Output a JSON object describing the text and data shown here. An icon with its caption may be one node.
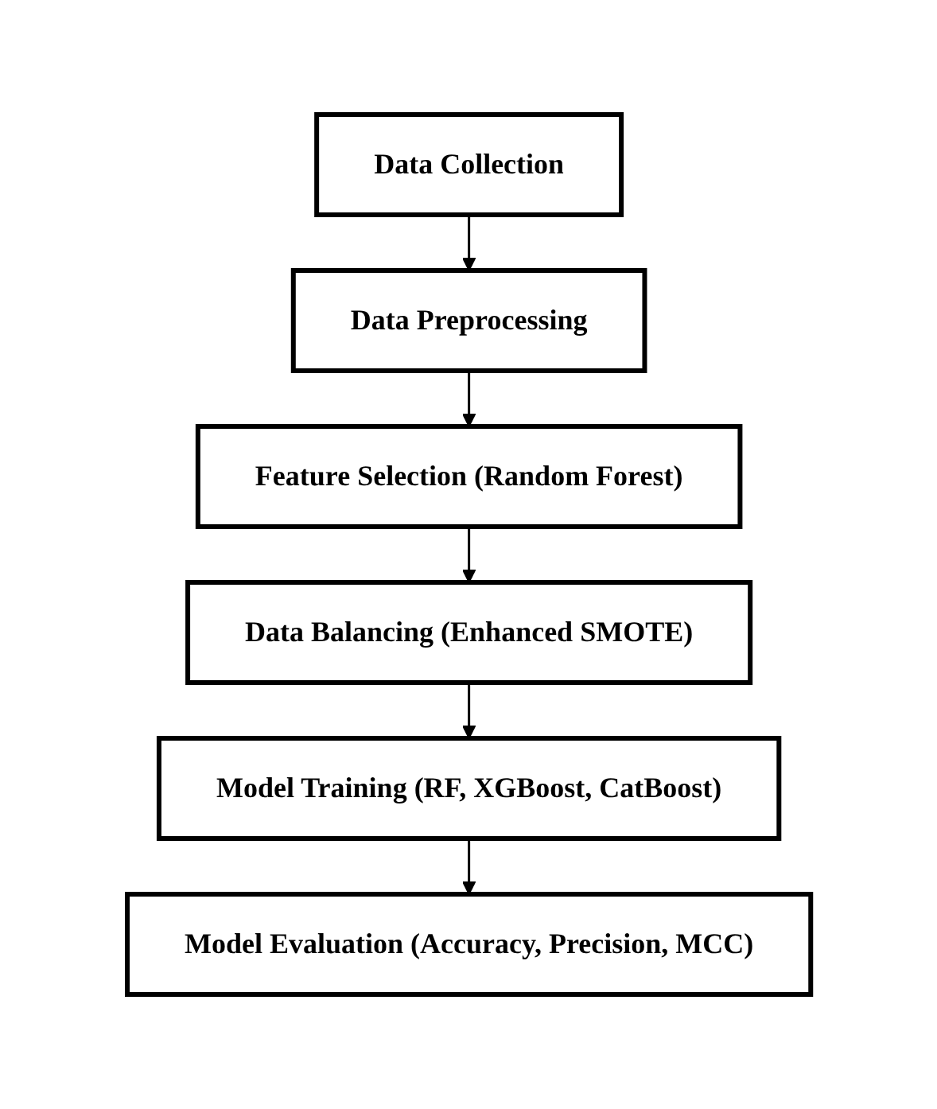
{
  "diagram": {
    "nodes": [
      {
        "text": [
          "Data Collection"
        ]
      },
      {
        "text": [
          "Data Preprocessing"
        ]
      },
      {
        "text": [
          "Feature Selection (Random Forest)"
        ]
      },
      {
        "text": [
          "Data Balancing (Enhanced SMOTE)"
        ]
      },
      {
        "text": [
          "Model Training (RF, XGBoost, CatBoost)"
        ]
      },
      {
        "text": [
          "Model Evaluation (Accuracy, Precision, MCC)"
        ]
      }
    ],
    "edges": [
      {
        "from": 0,
        "to": 1,
        "arrow": "to"
      },
      {
        "from": 1,
        "to": 2,
        "arrow": "to"
      },
      {
        "from": 2,
        "to": 3,
        "arrow": "to"
      },
      {
        "from": 3,
        "to": 4,
        "arrow": "to"
      },
      {
        "from": 4,
        "to": 5,
        "arrow": "to"
      }
    ]
  }
}
